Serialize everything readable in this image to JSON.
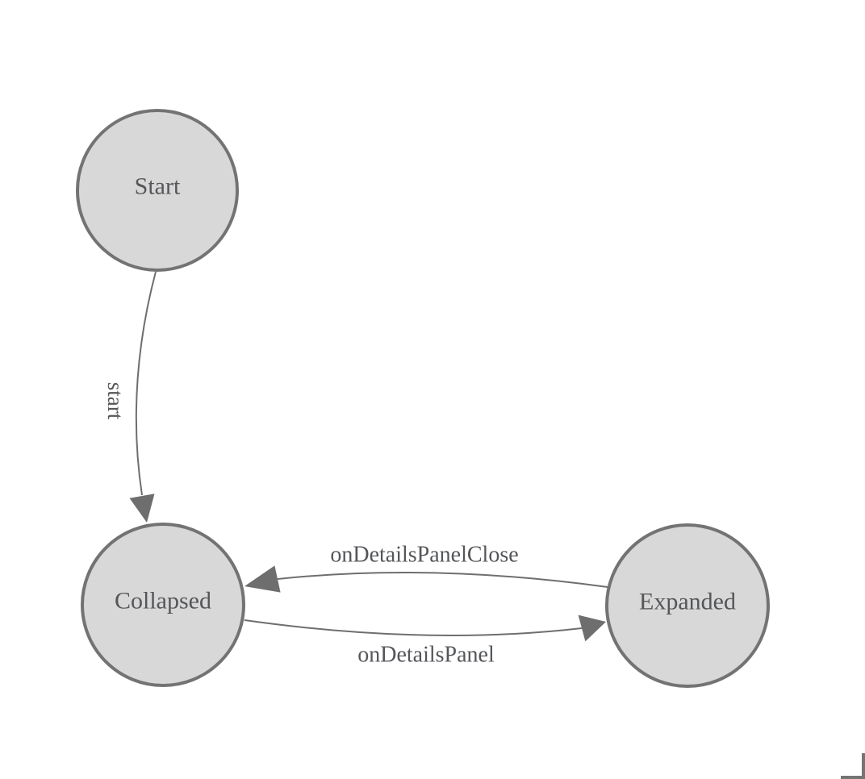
{
  "diagram": {
    "type": "finite-state-machine",
    "nodes": [
      {
        "id": "start",
        "label": "Start"
      },
      {
        "id": "collapsed",
        "label": "Collapsed"
      },
      {
        "id": "expanded",
        "label": "Expanded"
      }
    ],
    "edges": [
      {
        "from": "start",
        "to": "collapsed",
        "label": "start"
      },
      {
        "from": "expanded",
        "to": "collapsed",
        "label": "onDetailsPanelClose"
      },
      {
        "from": "collapsed",
        "to": "expanded",
        "label": "onDetailsPanel"
      }
    ]
  },
  "colors": {
    "background": "#ffffff",
    "node_fill": "#d8d8d8",
    "node_stroke": "#737373",
    "edge_stroke": "#6e6e6e",
    "arrowhead_fill": "#6e6e6e",
    "label_text": "#545659",
    "corner_mark": "#757575"
  }
}
